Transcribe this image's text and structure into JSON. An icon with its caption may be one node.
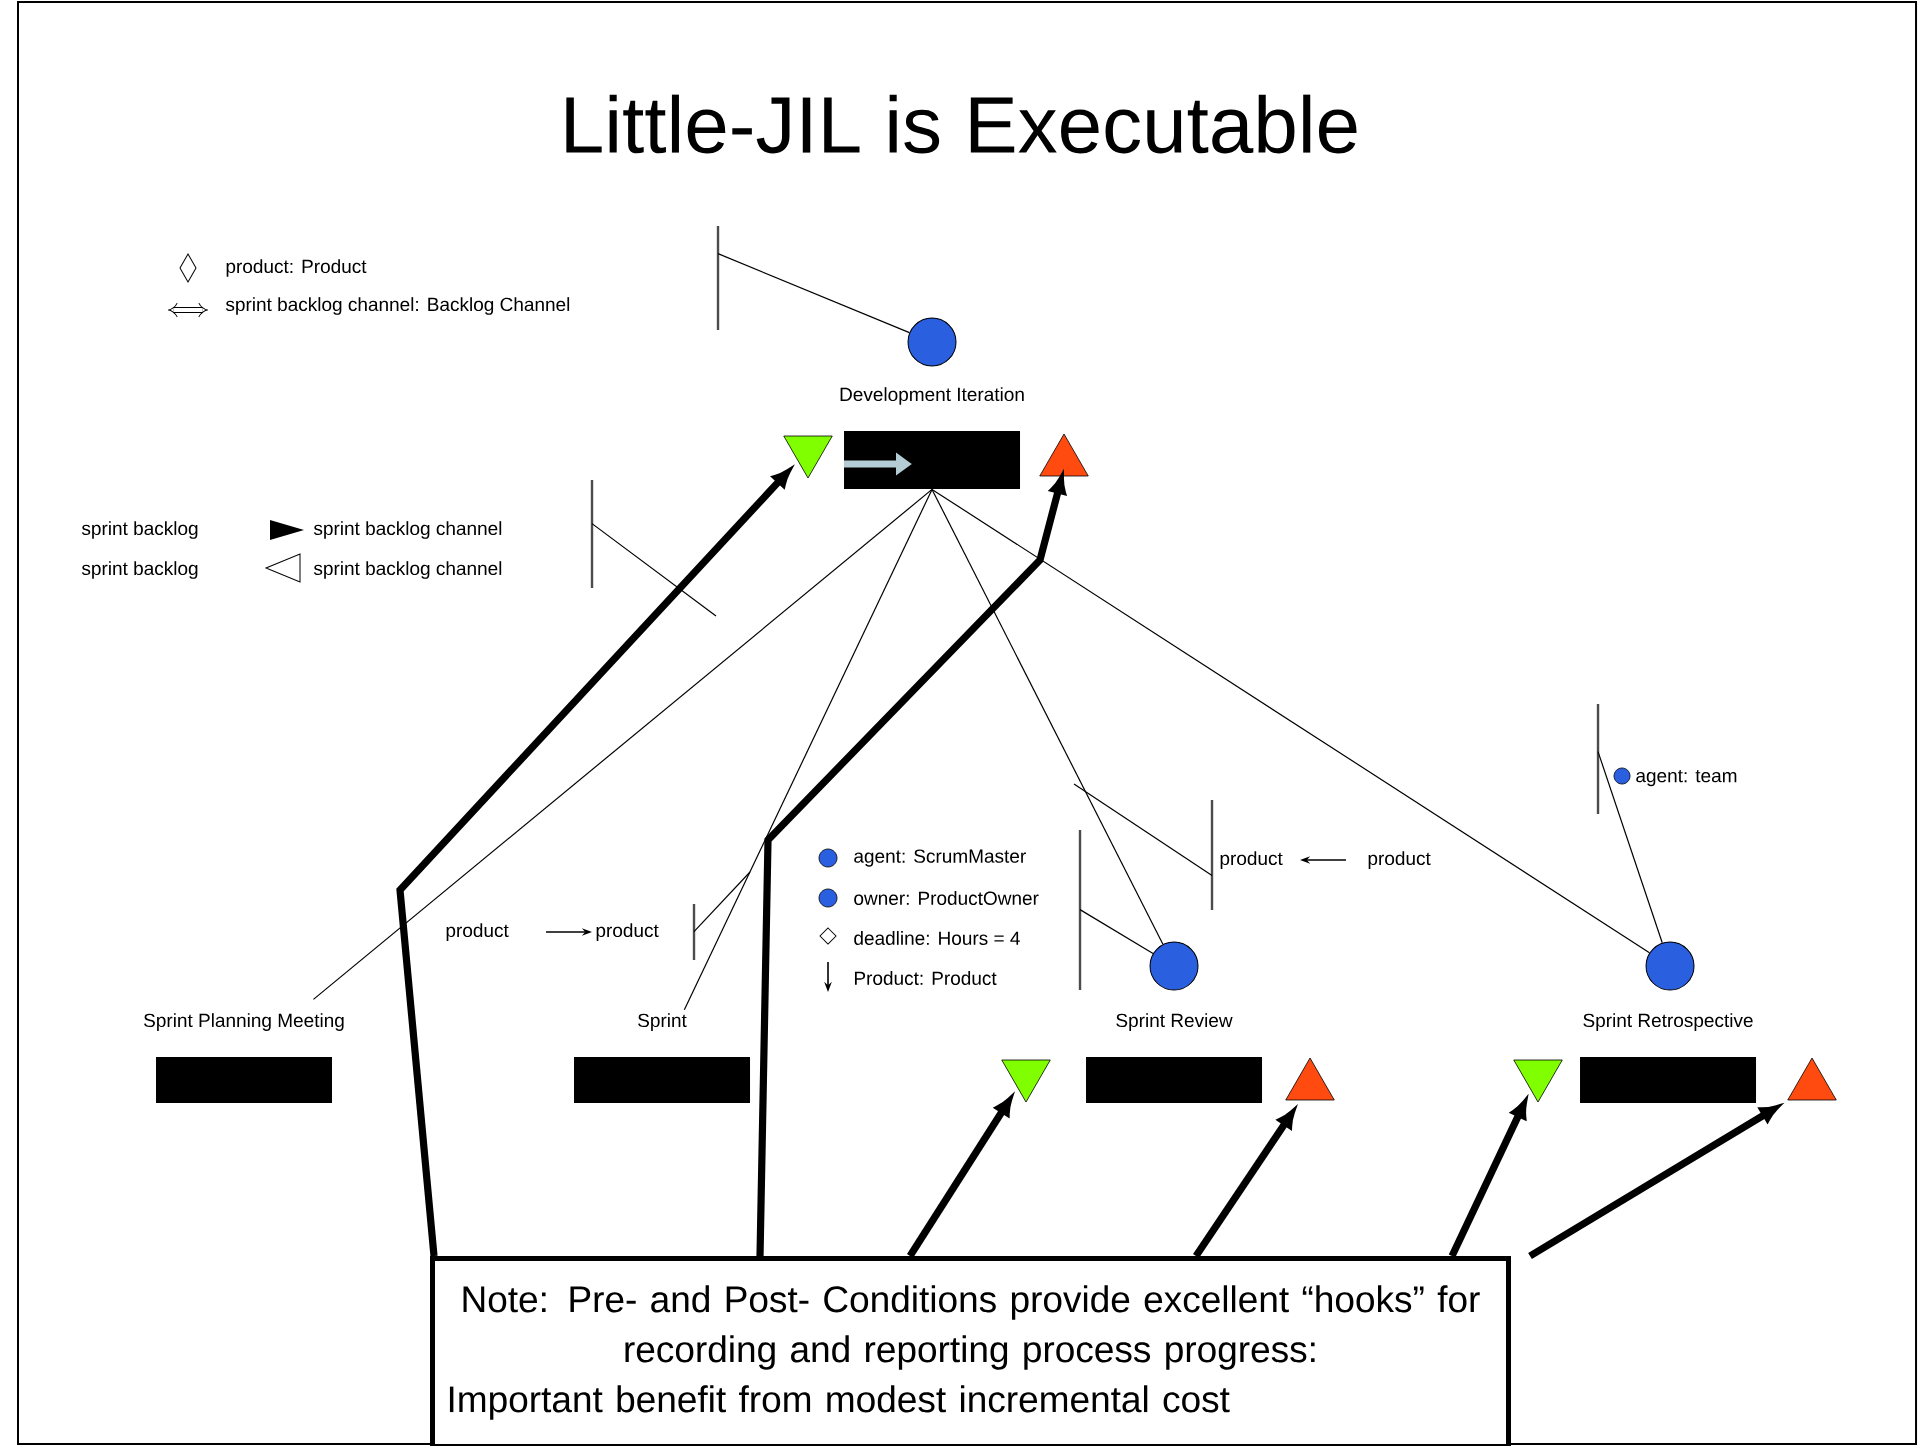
{
  "diagram": {
    "title": "Little-JIL is Executable",
    "nodes": [
      {
        "text": [
          "Development Iteration"
        ]
      },
      {
        "text": [],
        "shape": "triangle"
      },
      {
        "text": [],
        "shape": "triangle"
      },
      {
        "text": [],
        "shape": "circle"
      },
      {
        "text": [
          "Sprint Planning Meeting"
        ]
      },
      {
        "text": [
          "Sprint"
        ]
      },
      {
        "text": [
          "Sprint Review"
        ]
      },
      {
        "text": [],
        "shape": "triangle"
      },
      {
        "text": [],
        "shape": "triangle"
      },
      {
        "text": [],
        "shape": "circle"
      },
      {
        "text": [
          "Sprint Retrospective"
        ]
      },
      {
        "text": [],
        "shape": "triangle"
      },
      {
        "text": [],
        "shape": "triangle"
      },
      {
        "text": [],
        "shape": "circle"
      },
      {
        "text": [
          "Note:  Pre- and Post- Conditions provide excellent “hooks” for recording and reporting process progress:",
          "Important benefit from modest incremental cost"
        ]
      },
      {
        "text": [
          "product: Product",
          "sprint backlog channel: Backlog Channel"
        ]
      },
      {
        "text": [
          "sprint backlog",
          "sprint backlog channel",
          "sprint backlog",
          "sprint backlog channel"
        ]
      },
      {
        "text": [
          "product",
          "product"
        ]
      },
      {
        "text": [
          "agent: ScrumMaster",
          "owner: ProductOwner",
          "deadline: Hours = 4",
          "Product:  Product"
        ]
      },
      {
        "text": [
          "product",
          "product"
        ]
      },
      {
        "text": [
          "agent: team"
        ]
      }
    ],
    "edges": [
      {
        "from": 0,
        "to": 4,
        "arrow": "none"
      },
      {
        "from": 0,
        "to": 5,
        "arrow": "none"
      },
      {
        "from": 0,
        "to": 9,
        "arrow": "none"
      },
      {
        "from": 0,
        "to": 13,
        "arrow": "none"
      },
      {
        "from": 14,
        "to": 1,
        "arrow": "to",
        "style": "thick"
      },
      {
        "from": 14,
        "to": 2,
        "arrow": "to",
        "style": "thick"
      },
      {
        "from": 14,
        "to": 7,
        "arrow": "to",
        "style": "thick"
      },
      {
        "from": 14,
        "to": 8,
        "arrow": "to",
        "style": "thick"
      },
      {
        "from": 14,
        "to": 11,
        "arrow": "to",
        "style": "thick"
      },
      {
        "from": 14,
        "to": 12,
        "arrow": "to",
        "style": "thick"
      },
      {
        "from": 15,
        "to": 3,
        "arrow": "none"
      },
      {
        "from": 16,
        "to": null,
        "arrow": "none"
      },
      {
        "from": 17,
        "to": null,
        "arrow": "none"
      },
      {
        "from": 18,
        "to": 9,
        "arrow": "none"
      },
      {
        "from": 19,
        "to": null,
        "arrow": "none"
      },
      {
        "from": 20,
        "to": 13,
        "arrow": "none"
      }
    ]
  }
}
